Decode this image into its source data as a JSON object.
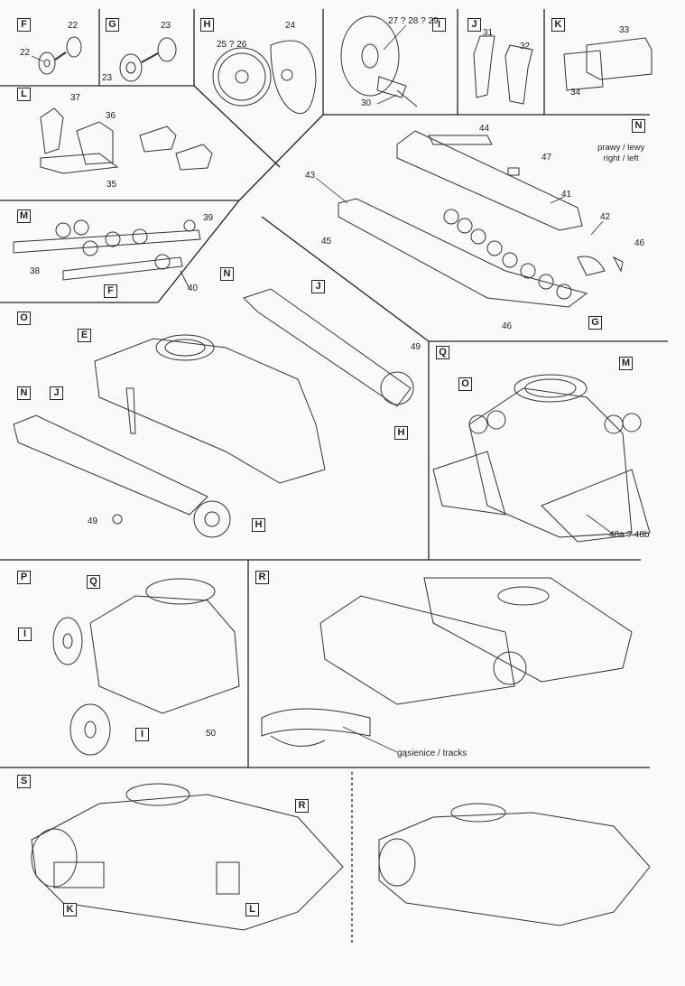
{
  "steps": {
    "F": {
      "label": "F",
      "parts": [
        "22",
        "22"
      ]
    },
    "G": {
      "label": "G",
      "parts": [
        "23",
        "23"
      ]
    },
    "H": {
      "label": "H",
      "parts": [
        "24",
        "25 ? 26"
      ]
    },
    "I": {
      "label": "I",
      "parts": [
        "27 ? 28 ? 29",
        "30"
      ]
    },
    "J": {
      "label": "J",
      "parts": [
        "31",
        "32"
      ]
    },
    "K": {
      "label": "K",
      "parts": [
        "33",
        "34"
      ]
    },
    "L": {
      "label": "L",
      "parts": [
        "37",
        "36",
        "35"
      ]
    },
    "N": {
      "label": "N",
      "parts": [
        "44",
        "47",
        "43",
        "41",
        "42",
        "45",
        "46",
        "46"
      ],
      "ref": "G",
      "note1": "prawy / lewy",
      "note2": "right / left"
    },
    "M": {
      "label": "M",
      "parts": [
        "39",
        "38",
        "40"
      ],
      "ref": "F"
    },
    "O": {
      "label": "O",
      "parts": [
        "49",
        "49"
      ],
      "refs": [
        "N",
        "J",
        "E",
        "N",
        "J",
        "H",
        "H"
      ]
    },
    "Q": {
      "label": "Q",
      "parts": [
        "48a ? 48b"
      ],
      "refs": [
        "O",
        "M"
      ]
    },
    "P": {
      "label": "P",
      "parts": [
        "50"
      ],
      "refs": [
        "Q",
        "I",
        "I"
      ]
    },
    "R": {
      "label": "R",
      "tracks_label": "gąsienice / tracks"
    },
    "S": {
      "label": "S",
      "refs": [
        "R",
        "K",
        "L"
      ]
    }
  }
}
